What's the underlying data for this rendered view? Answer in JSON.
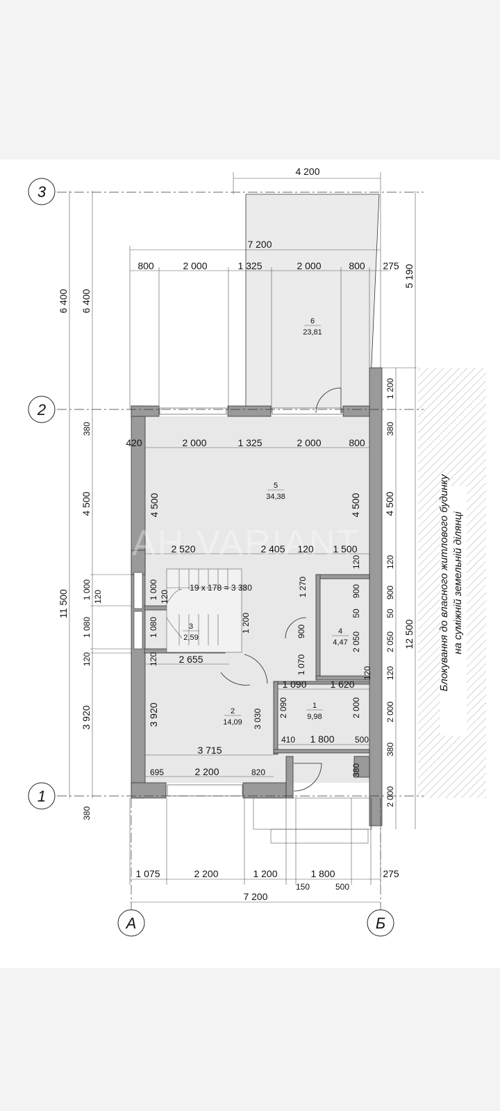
{
  "axes": {
    "a3": "3",
    "a2": "2",
    "a1": "1",
    "aA": "А",
    "aB": "Б"
  },
  "rooms": [
    {
      "num": "6",
      "area": "23,81"
    },
    {
      "num": "5",
      "area": "34,38"
    },
    {
      "num": "3",
      "area": "2,59"
    },
    {
      "num": "4",
      "area": "4,47"
    },
    {
      "num": "2",
      "area": "14,09"
    },
    {
      "num": "1",
      "area": "9,98"
    }
  ],
  "top_dims": {
    "overall_6": "4 200",
    "overall_5": "7 200",
    "seg": [
      "800",
      "2 000",
      "1 325",
      "2 000",
      "800",
      "275"
    ]
  },
  "left_dims": {
    "outer": [
      "6 400",
      "11 500",
      "380"
    ],
    "inner": [
      "6 400",
      "380",
      "4 500",
      "1 000",
      "120",
      "1 080",
      "120",
      "3 920"
    ]
  },
  "right_dims": {
    "outer": [
      "5 190",
      "12 500"
    ],
    "mid": [
      "1 200",
      "380",
      "4 500",
      "120",
      "900",
      "50",
      "2 050",
      "120",
      "2 000",
      "380",
      "2 000"
    ]
  },
  "interior_dims": {
    "row1": [
      "420",
      "2 000",
      "1 325",
      "2 000",
      "800"
    ],
    "row1_v": [
      "4 500",
      "4 500"
    ],
    "row2": [
      "2 520",
      "2 405",
      "120",
      "1 500"
    ],
    "stair": [
      "1 000",
      "120",
      "1 080",
      "120",
      "1 200",
      "1 270",
      "900",
      "1 070",
      "900",
      "50",
      "2 050",
      "120",
      "120"
    ],
    "stair_note": "19 x 178 = 3 380",
    "row3": [
      "2 655",
      "1 090",
      "1 620"
    ],
    "row3_v": [
      "3 920",
      "2 090",
      "2 000",
      "3 030"
    ],
    "row4": [
      "3 715",
      "410",
      "1 800",
      "500"
    ],
    "row5": [
      "695",
      "2 200",
      "820",
      "380"
    ]
  },
  "bottom_dims": {
    "seg": [
      "1 075",
      "2 200",
      "1 200",
      "1 800",
      "275",
      "150",
      "500"
    ],
    "overall": "7 200"
  },
  "side_note": {
    "line1": "Блокування до власного житлового будинку",
    "line2": "на суміжній земельній ділянці"
  },
  "watermark": "AH VARIANT",
  "colors": {
    "background": "#f3f3f3",
    "sheet": "#ffffff",
    "wall": "#9a9a9a",
    "floor": "#e8e8e8",
    "terrace": "#ebebeb"
  }
}
